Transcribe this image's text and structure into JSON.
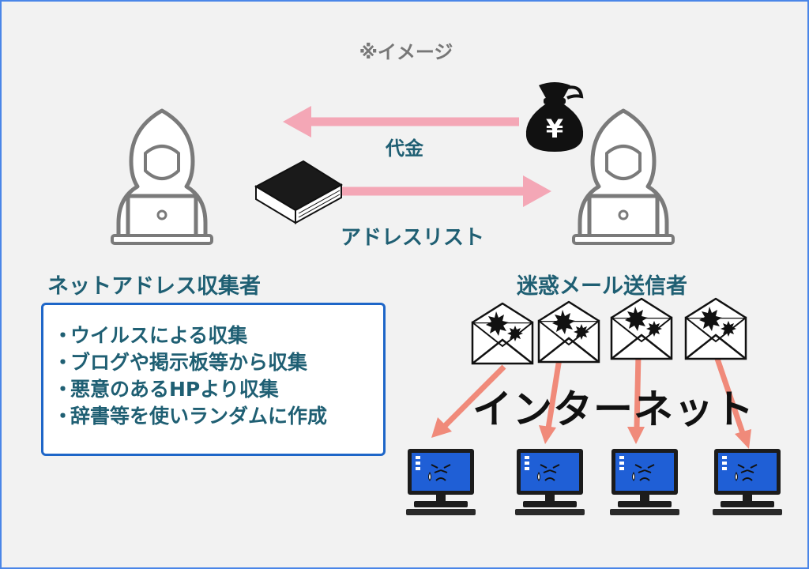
{
  "note": "※イメージ",
  "flows": {
    "payment_label": "代金",
    "address_list_label": "アドレスリスト"
  },
  "collector": {
    "label": "ネットアドレス収集者",
    "methods": [
      "ウイルスによる収集",
      "ブログや掲示板等から収集",
      "悪意のあるHPより収集",
      "辞書等を使いランダムに作成"
    ]
  },
  "spammer": {
    "label": "迷惑メール送信者"
  },
  "money_bag": {
    "symbol": "¥"
  },
  "internet": {
    "label": "インターネット"
  },
  "colors": {
    "flow_arrow": "#f4a7b6",
    "spam_arrow": "#f08a7a",
    "label_text": "#1f5f73",
    "box_border": "#1e66c8",
    "monitor_screen": "#1f5fd6",
    "frame_border": "#4a86e8"
  },
  "icons": {
    "hacker": "hooded-hacker-with-laptop-icon",
    "money": "yen-money-bag-icon",
    "book": "address-book-icon",
    "mail": "virus-envelope-icon",
    "victim": "crying-computer-icon"
  }
}
